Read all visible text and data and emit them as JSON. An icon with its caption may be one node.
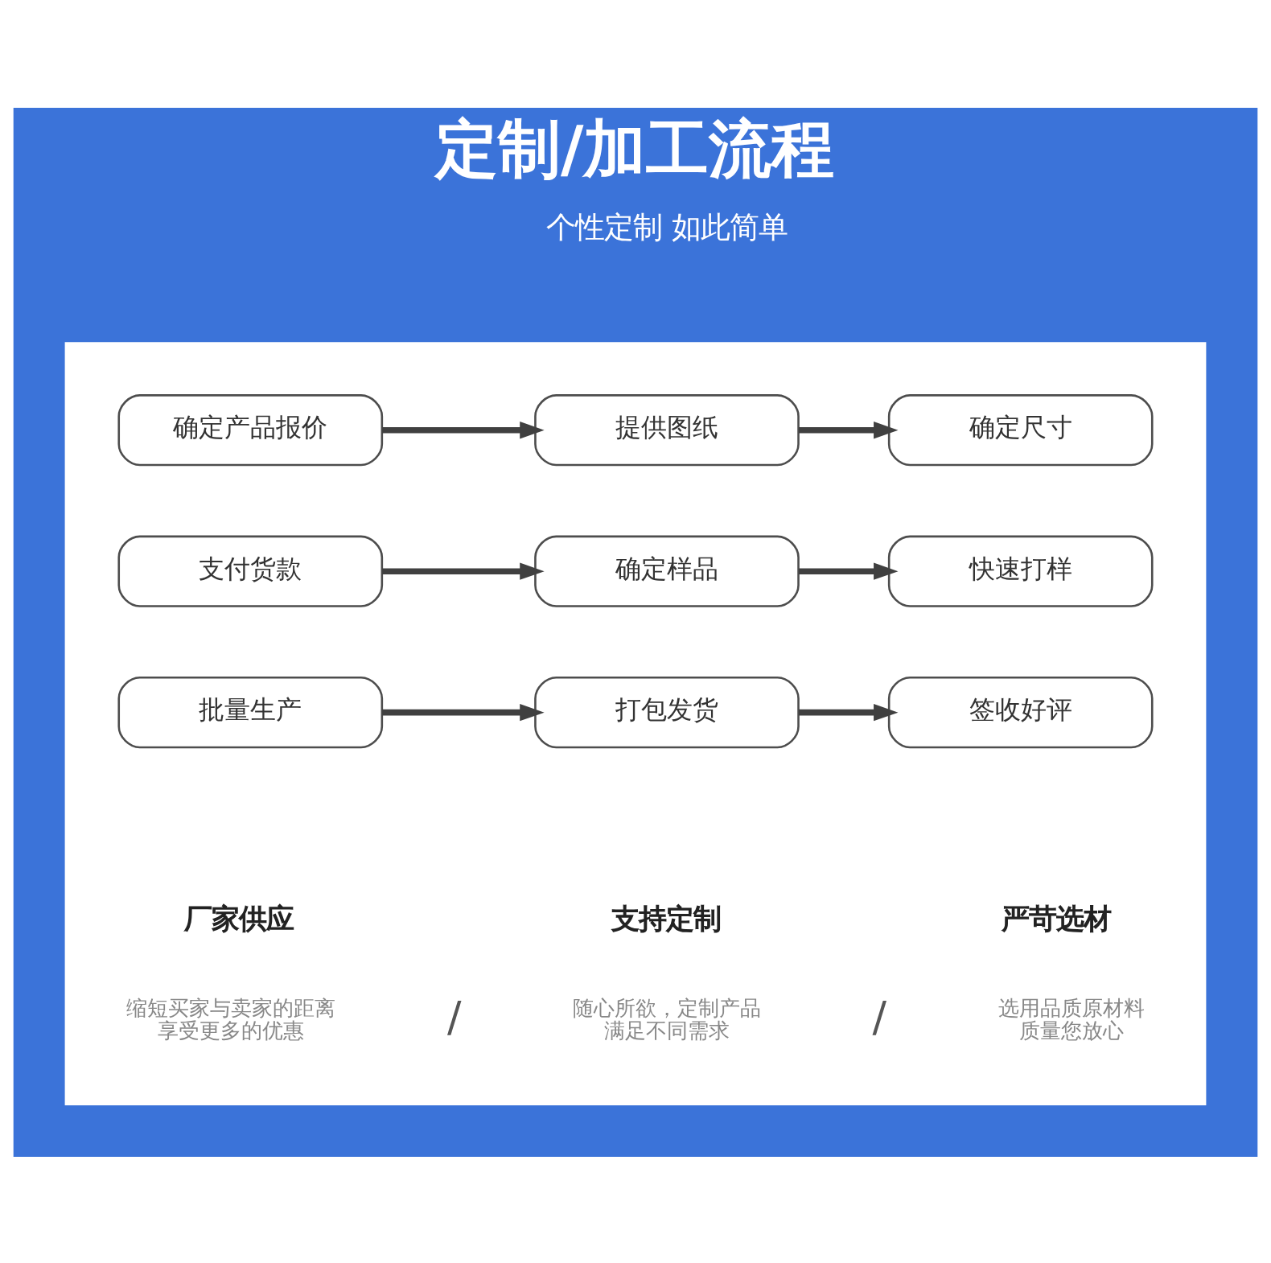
{
  "diagram": {
    "title": "定制/加工流程",
    "nodes": [
      {
        "text": [],
        "shape": "box"
      },
      {
        "text": [
          "确定产品报价"
        ],
        "in": 0
      },
      {
        "text": [
          "提供图纸"
        ],
        "in": 0
      },
      {
        "text": [
          "确定尺寸"
        ],
        "in": 0
      },
      {
        "text": [
          "支付货款"
        ],
        "in": 0
      },
      {
        "text": [
          "确定样品"
        ],
        "in": 0
      },
      {
        "text": [
          "快速打样"
        ],
        "in": 0
      },
      {
        "text": [
          "批量生产"
        ],
        "in": 0
      },
      {
        "text": [
          "打包发货"
        ],
        "in": 0
      },
      {
        "text": [
          "签收好评"
        ],
        "in": 0
      }
    ],
    "edges": [
      {
        "from": 1,
        "to": 2,
        "arrow": "to"
      },
      {
        "from": 2,
        "to": 3,
        "arrow": "to"
      },
      {
        "from": 4,
        "to": 5,
        "arrow": "to"
      },
      {
        "from": 5,
        "to": 6,
        "arrow": "to"
      },
      {
        "from": 7,
        "to": 8,
        "arrow": "to"
      },
      {
        "from": 8,
        "to": 9,
        "arrow": "to"
      }
    ],
    "labels": [
      "个性定制 如此简单",
      "厂家供应",
      "缩短买家与卖家的距离享受更多的优惠",
      "/",
      "支持定制",
      "随心所欲，定制产品满足不同需求",
      "/",
      "严苛选材",
      "选用品质原材料质量您放心"
    ]
  }
}
